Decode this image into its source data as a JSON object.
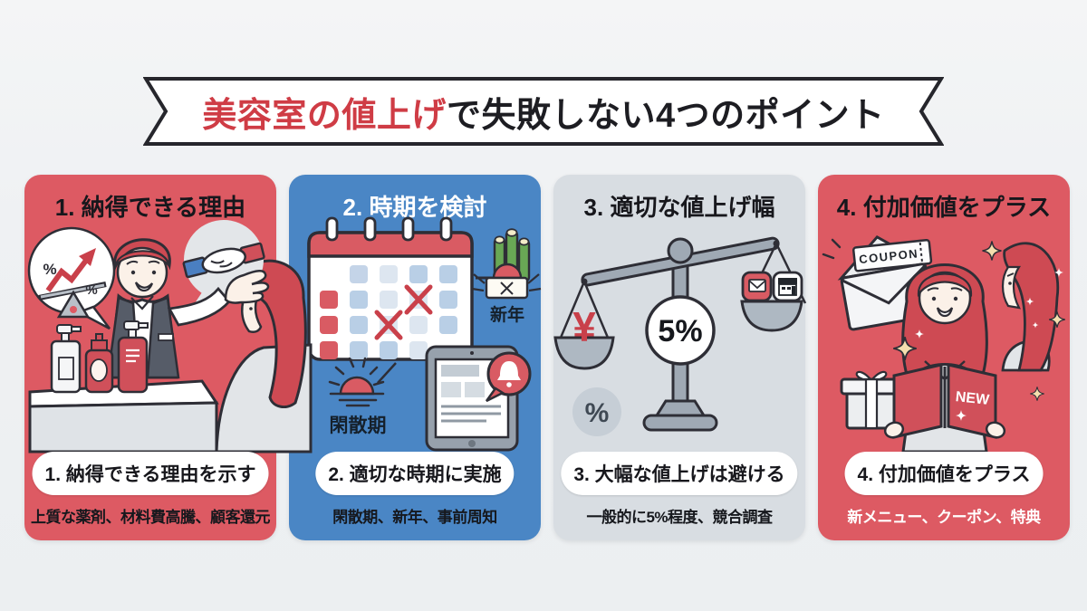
{
  "banner": {
    "title_highlight": "美容室の値上げ",
    "title_rest": "で失敗しない4つのポイント"
  },
  "cards": [
    {
      "title": "1. 納得できる理由",
      "pill": "1. 納得できる理由を示す",
      "caption": "上質な薬剤、材料費高騰、顧客還元",
      "labels": {
        "percent_a": "%",
        "percent_b": "%"
      }
    },
    {
      "title": "2. 時期を検討",
      "pill": "2. 適切な時期に実施",
      "caption": "閑散期、新年、事前周知",
      "labels": {
        "new_year": "新年",
        "off_season": "閑散期"
      }
    },
    {
      "title": "3. 適切な値上げ幅",
      "pill": "3. 大幅な値上げは避ける",
      "caption": "一般的に5%程度、競合調査",
      "labels": {
        "yen": "¥",
        "rate_badge": "5%",
        "percent": "%"
      }
    },
    {
      "title": "4. 付加価値をプラス",
      "pill": "4. 付加価値をプラス",
      "caption": "新メニュー、クーポン、特典",
      "labels": {
        "coupon": "COUPON",
        "book": "NEW"
      }
    }
  ],
  "colors": {
    "background": "#eff1f3",
    "card_red": "#dd5a63",
    "card_blue": "#4a86c5",
    "card_gray": "#d8dde2",
    "accent_red": "#c9404a",
    "banner_red": "#cf3c45",
    "outline": "#2e2e36"
  }
}
